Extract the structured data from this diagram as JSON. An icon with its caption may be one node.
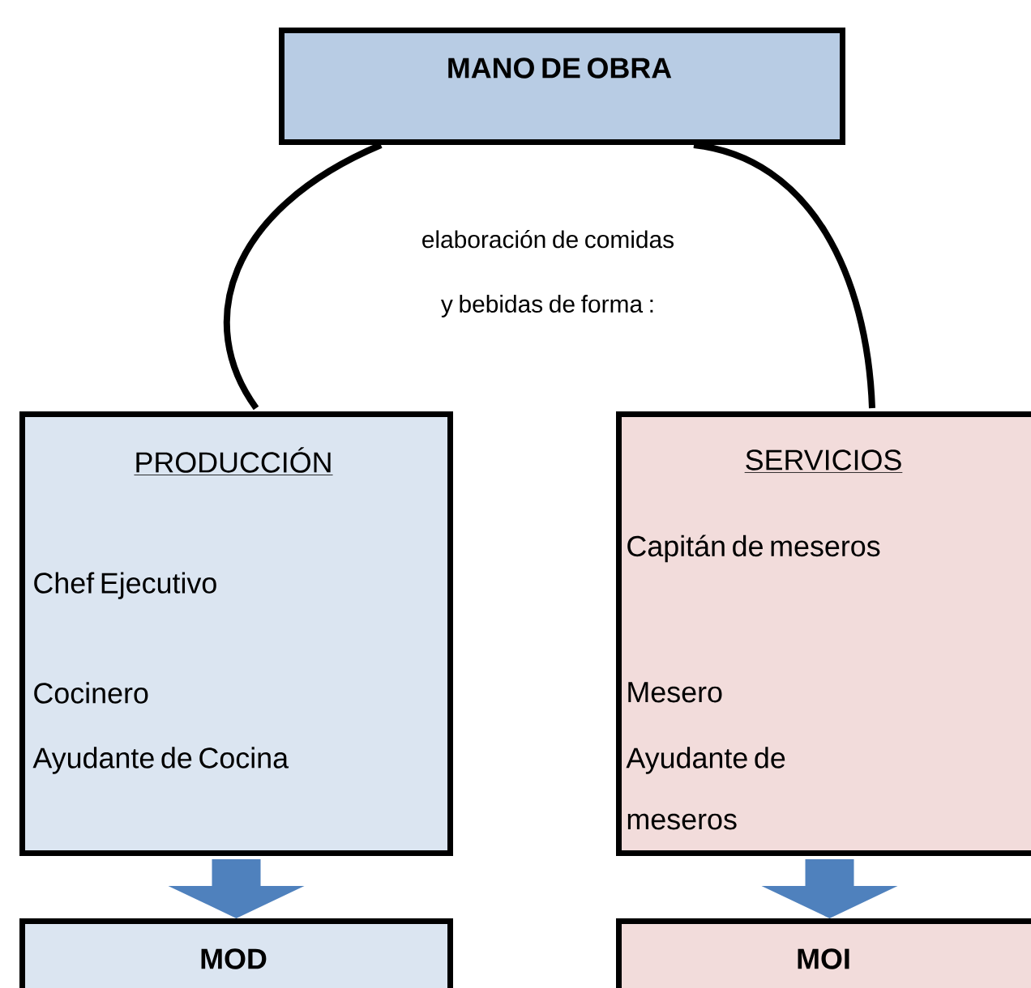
{
  "diagram": {
    "nodes": [
      {
        "text": [
          "MANO  DE OBRA"
        ]
      },
      {
        "text": [
          "PRODUCCIÓN",
          "Chef  Ejecutivo",
          "Cocinero",
          "Ayudante de Cocina"
        ]
      },
      {
        "text": [
          "SERVICIOS",
          "Capitán  de meseros",
          "Mesero",
          "Ayudante de meseros"
        ]
      },
      {
        "text": [
          "MOD"
        ]
      },
      {
        "text": [
          "MOI"
        ]
      }
    ],
    "edges": [
      {
        "from": 0,
        "to": 1,
        "arrow": "none"
      },
      {
        "from": 0,
        "to": 2,
        "arrow": "none"
      },
      {
        "from": 1,
        "to": 3,
        "arrow": "to",
        "style": "thick",
        "color": "#4f81bd"
      },
      {
        "from": 2,
        "to": 4,
        "arrow": "to",
        "style": "thick",
        "color": "#4f81bd"
      }
    ],
    "labels": [
      "elaboración de comidas y bebidas de forma :"
    ]
  }
}
